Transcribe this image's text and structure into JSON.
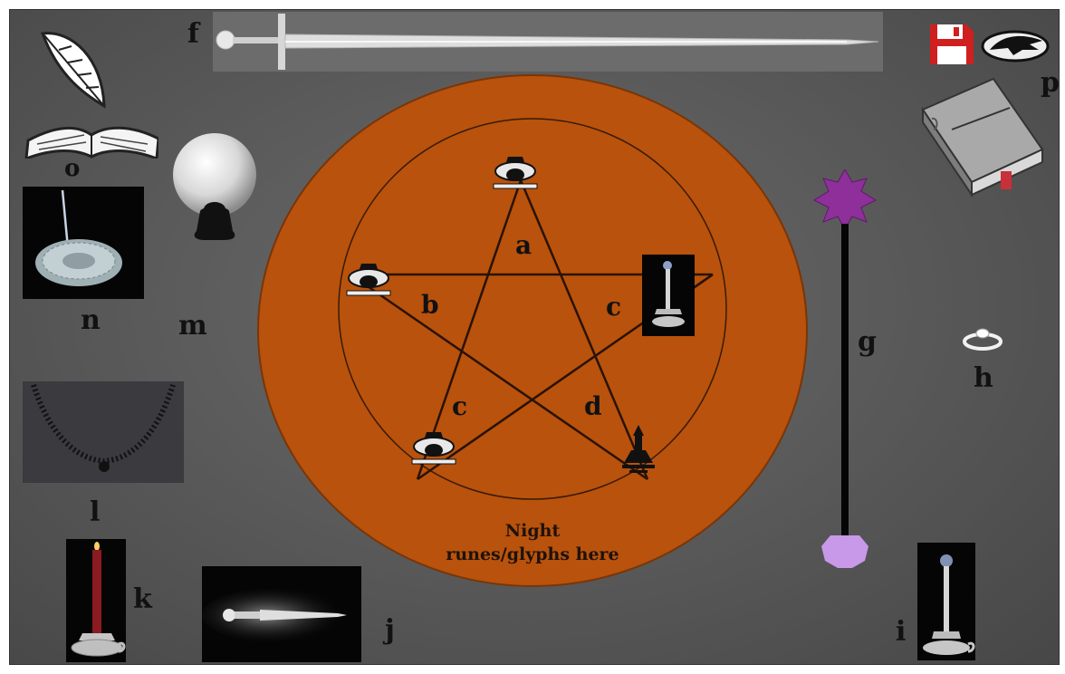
{
  "labels": {
    "o": "o",
    "p": "p",
    "f": "f",
    "n": "n",
    "m": "m",
    "g": "g",
    "h": "h",
    "l": "l",
    "k": "k",
    "j": "j",
    "i": "i"
  },
  "pentagram": {
    "a": "a",
    "b": "b",
    "c_right": "c",
    "c_left": "c",
    "d": "d"
  },
  "altar": {
    "text_line1": "Night",
    "text_line2": "runes/glyphs here"
  },
  "colors": {
    "background": "#5a5a5a",
    "altar": "#b8520c",
    "wand_top": "#8e2f9a",
    "wand_bottom": "#c899e8",
    "floppy": "#d01f1f"
  },
  "icons": {
    "toolbar": [
      "floppy-disk-icon",
      "dragon-icon"
    ],
    "items": [
      "quill-book-icon",
      "spellbook-icon",
      "sword-icon",
      "crystal-ball-icon",
      "incense-icon",
      "necklace-icon",
      "red-candle-icon",
      "dagger-icon",
      "wand-icon",
      "ring-icon",
      "white-candle-icon"
    ]
  }
}
